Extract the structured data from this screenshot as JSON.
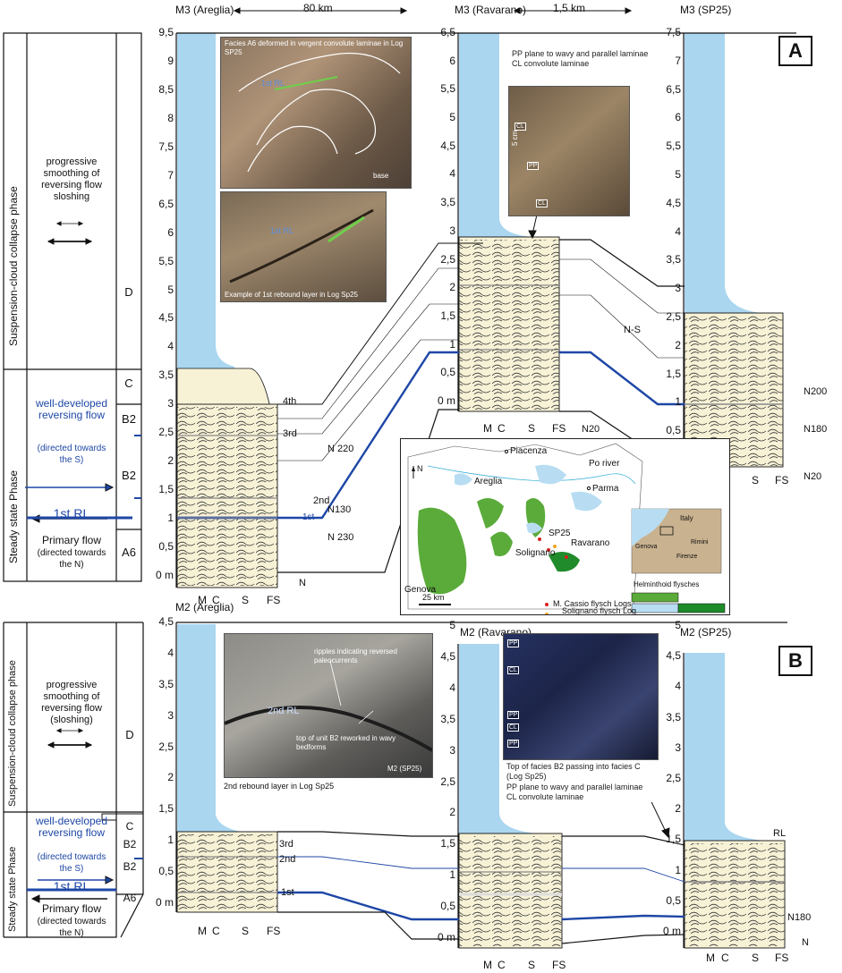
{
  "panelA": {
    "letter": "A",
    "col1_title": "M3 (Areglia)",
    "col2_title": "M3 (Ravarano)",
    "col3_title": "M3 (SP25)",
    "dist1": "80 km",
    "dist2": "1,5 km",
    "phase_upper": "Suspension-cloud collapse phase",
    "phase_lower": "Steady state Phase",
    "units": [
      "D",
      "C",
      "B2",
      "B2",
      "A6"
    ],
    "text_smoothing": "progressive smoothing of reversing flow sloshing",
    "text_reversing": "well-developed reversing flow",
    "text_reversing_dir": "(directed towards the S)",
    "text_rl": "1st RL",
    "text_primary": "Primary flow",
    "text_primary_dir": "(directed towards the N)",
    "col1_ticks": [
      "9,5",
      "9",
      "8,5",
      "8",
      "7,5",
      "7",
      "6,5",
      "6",
      "5,5",
      "5",
      "4,5",
      "4",
      "3,5",
      "3",
      "2,5",
      "2",
      "1,5",
      "1",
      "0,5",
      "0 m"
    ],
    "col2_ticks": [
      "6,5",
      "6",
      "5,5",
      "5",
      "4,5",
      "4",
      "3,5",
      "3",
      "2,5",
      "2",
      "1,5",
      "1",
      "0,5",
      "0 m"
    ],
    "col3_ticks": [
      "7,5",
      "7",
      "6,5",
      "6",
      "5,5",
      "5",
      "4,5",
      "4",
      "3,5",
      "3",
      "2,5",
      "2",
      "1,5",
      "1",
      "0,5",
      "0 m"
    ],
    "axis_labels": [
      "M",
      "C",
      "S",
      "FS"
    ],
    "rl_labels": [
      "4th",
      "3rd",
      "2nd",
      "1st"
    ],
    "paleocurrents_a": [
      "N 220",
      "N130",
      "N 230",
      "N"
    ],
    "paleocurrents_b": [
      "N-S",
      "N20"
    ],
    "paleocurrents_c": [
      "N200",
      "N180",
      "N20"
    ],
    "photo1_caption": "Facies A6 deformed in vergent convolute laminae in Log SP25",
    "photo1_rl": "1st RL",
    "photo1_base": "base",
    "photo2_caption": "Example of 1st rebound layer in Log Sp25",
    "photo2_rl": "1st RL",
    "legend_pp": "PP  plane to wavy and parallel laminae",
    "legend_cl": "CL  convolute laminae",
    "photo3_tags": [
      "CL",
      "PP",
      "CL"
    ],
    "photo3_scale": "5 cm"
  },
  "map": {
    "places": [
      "Piacenza",
      "Po river",
      "Areglia",
      "Parma",
      "SP25",
      "Solignano",
      "Ravarano",
      "Genova"
    ],
    "north": "N",
    "scale": "25 km",
    "legend_red": "M. Cassio flysch Logs",
    "legend_orange": "Solignano flysch Log",
    "inset": [
      "Italy",
      "Genova",
      "Rimini",
      "Firenze"
    ],
    "helminthoid": "Helminthoid flysches",
    "helminthoid_a": "M. Cassio",
    "helminthoid_b": "Solignano",
    "colors": {
      "green": "#5aab3a",
      "blue": "#b8ddf2",
      "red": "#d92020",
      "orange": "#f3a21b",
      "dark_green": "#1f8b2a"
    }
  },
  "panelB": {
    "letter": "B",
    "col1_title": "M2 (Areglia)",
    "col2_title": "M2 (Ravarano)",
    "col3_title": "M2 (SP25)",
    "phase_upper": "Suspension-cloud collapse phase",
    "phase_lower": "Steady state Phase",
    "units": [
      "D",
      "C",
      "B2",
      "B2",
      "A6"
    ],
    "text_smoothing": "progressive smoothing of reversing flow (sloshing)",
    "text_reversing": "well-developed reversing flow",
    "text_reversing_dir": "(directed towards the S)",
    "text_rl": "1st RL",
    "text_primary": "Primary flow",
    "text_primary_dir": "(directed towards the N)",
    "col1_ticks": [
      "4,5",
      "4",
      "3,5",
      "3",
      "2,5",
      "2",
      "1,5",
      "1",
      "0,5",
      "0 m"
    ],
    "col2_ticks": [
      "5",
      "4,5",
      "4",
      "3,5",
      "3",
      "2,5",
      "2",
      "1,5",
      "1",
      "0,5",
      "0 m"
    ],
    "col3_ticks": [
      "5",
      "4,5",
      "4",
      "3,5",
      "3",
      "2,5",
      "2",
      "1,5",
      "1",
      "0,5",
      "0 m"
    ],
    "axis_labels": [
      "M",
      "C",
      "S",
      "FS"
    ],
    "rl_labels": [
      "3rd",
      "2nd",
      "1st"
    ],
    "rl_sp25": "RL",
    "paleocurrents": [
      "N180",
      "N"
    ],
    "photo1_caption": "2nd rebound layer in Log Sp25",
    "photo1_ripples": "ripples indicating reversed paleocurrents",
    "photo1_rl": "2nd RL",
    "photo1_top": "top of unit B2 reworked in wavy bedforms",
    "photo1_tag": "M2 (SP25)",
    "photo2_caption": "Top of facies B2 passing into facies C (Log Sp25)",
    "photo2_tags": [
      "PP",
      "CL",
      "PP",
      "CL",
      "PP"
    ],
    "legend_pp": "PP  plane to wavy and parallel laminae",
    "legend_cl": "CL  convolute laminae"
  },
  "colors": {
    "mud": "#aad6f0",
    "sand": "#f7f2d6",
    "rl_blue": "#1e47a6",
    "text_blue": "#1e47a6"
  }
}
